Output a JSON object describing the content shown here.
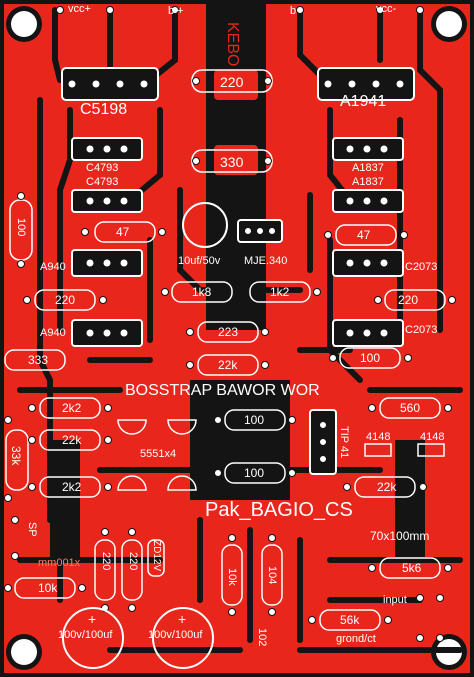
{
  "labels": {
    "vcc_plus": "vcc+",
    "b_plus": "b +",
    "b_minus": "b -",
    "vcc_minus": "vcc-",
    "kebo": "KEBO",
    "r220_top": "220",
    "r330_top": "330",
    "c5198": "C5198",
    "a1941": "A1941",
    "c4793_a": "C4793",
    "c4793_b": "C4793",
    "a1837_a": "A1837",
    "a1837_b": "A1837",
    "r100_left": "100",
    "r47_left": "47",
    "r47_right": "47",
    "cap_10uf": "10uf/50v",
    "mje340": "MJE.340",
    "a940_a": "A940",
    "a940_b": "A940",
    "c2073_a": "C2073",
    "c2073_b": "C2073",
    "r220_left": "220",
    "r220_right": "220",
    "r1k8": "1k8",
    "r1k2": "1k2",
    "r223": "223",
    "r22k_mid": "22k",
    "r100_right": "100",
    "r333": "333",
    "bosstrap": "BOSSTRAP BAWOR WOR",
    "r2k2_a": "2k2",
    "r22k_left": "22k",
    "r2k2_b": "2k2",
    "r100_mid_a": "100",
    "r100_mid_b": "100",
    "r560": "560",
    "tip41": "TIP 41",
    "d4148_a": "4148",
    "d4148_b": "4148",
    "r33k": "33k",
    "ic5551": "5551x4",
    "r22k_right": "22k",
    "pak_bagio": "Pak_BAGIO_CS",
    "size": "70x100mm",
    "sp": "SP",
    "mm00": "mm001x",
    "r220_low_a": "220",
    "r220_low_b": "220",
    "zd12v": "ZD12V",
    "r10k_a": "10k",
    "r10k_b": "10k",
    "c104": "104",
    "c102": "102",
    "r5k6": "5k6",
    "input": "input",
    "r56k": "56k",
    "grond": "grond/ct",
    "cap_a": "100v/100uf",
    "cap_b": "100v/100uf",
    "plus_a": "+",
    "plus_b": "+"
  },
  "colors": {
    "board": "#e8261c",
    "trace": "#141414",
    "pad": "#ffffff",
    "silkscreen": "#ffffff"
  }
}
